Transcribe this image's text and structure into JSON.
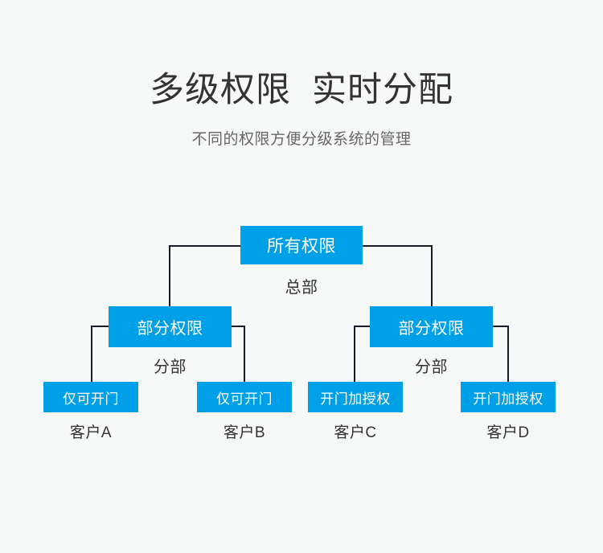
{
  "page": {
    "background_color": "#f7f8f8",
    "accent_color": "#00a0e9",
    "text_color": "#333333",
    "muted_text_color": "#666666",
    "connector_color": "#1a1a28"
  },
  "header": {
    "title": "多级权限  实时分配",
    "subtitle": "不同的权限方便分级系统的管理"
  },
  "tree": {
    "root": {
      "label": "所有权限",
      "caption": "总部"
    },
    "branches": [
      {
        "label": "部分权限",
        "caption": "分部"
      },
      {
        "label": "部分权限",
        "caption": "分部"
      }
    ],
    "leaves": [
      {
        "label": "仅可开门",
        "caption": "客户A"
      },
      {
        "label": "仅可开门",
        "caption": "客户B"
      },
      {
        "label": "开门加授权",
        "caption": "客户C"
      },
      {
        "label": "开门加授权",
        "caption": "客户D"
      }
    ]
  }
}
